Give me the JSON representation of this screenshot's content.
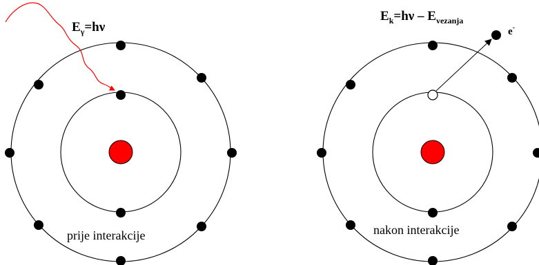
{
  "left_panel": {
    "formula": {
      "base": "E",
      "sub": "γ",
      "rest": "=hν"
    },
    "caption": "prije interakcije",
    "nucleus_color": "#ff0000",
    "electron_color": "#000000",
    "photon_color": "#ff0000",
    "photon_marker": "red-arrowhead"
  },
  "right_panel": {
    "formula": {
      "base": "E",
      "sub": "k",
      "rest": "=hν – E",
      "sub2": "vezanja"
    },
    "caption": "nakon interakcije",
    "ejected_label": {
      "base": "e",
      "sup": "-"
    },
    "vacancy_color": "#ffffff",
    "nucleus_color": "#ff0000",
    "electron_color": "#000000"
  }
}
